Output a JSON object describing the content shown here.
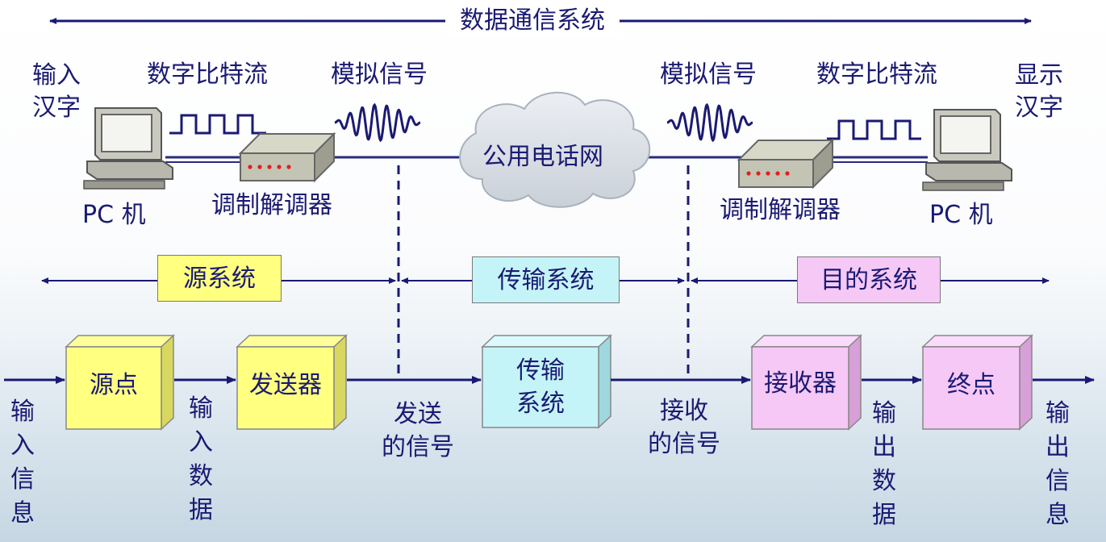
{
  "title": "数据通信系统",
  "top": {
    "input_text": "输入汉字",
    "output_text": "显示汉字",
    "digital_left": "数字比特流",
    "digital_right": "数字比特流",
    "analog_left": "模拟信号",
    "analog_right": "模拟信号",
    "pc_left": "PC 机",
    "pc_right": "PC 机",
    "modem_left": "调制解调器",
    "modem_right": "调制解调器",
    "network": "公用电话网"
  },
  "systems": {
    "source": "源系统",
    "transmission": "传输系统",
    "destination": "目的系统"
  },
  "blocks": {
    "source_point": "源点",
    "transmitter": "发送器",
    "transmission": "传输\n系统",
    "receiver": "接收器",
    "destination_point": "终点"
  },
  "flow": {
    "input_info": "输入信息",
    "input_data": "输入数据",
    "sent_signal": "发送\n的信号",
    "received_signal": "接收\n的信号",
    "output_data": "输出数据",
    "output_info": "输出信息"
  },
  "colors": {
    "line": "#1a1a73",
    "source": "#ffff80",
    "transmission": "#c4f4f8",
    "destination": "#f6c8f6"
  }
}
